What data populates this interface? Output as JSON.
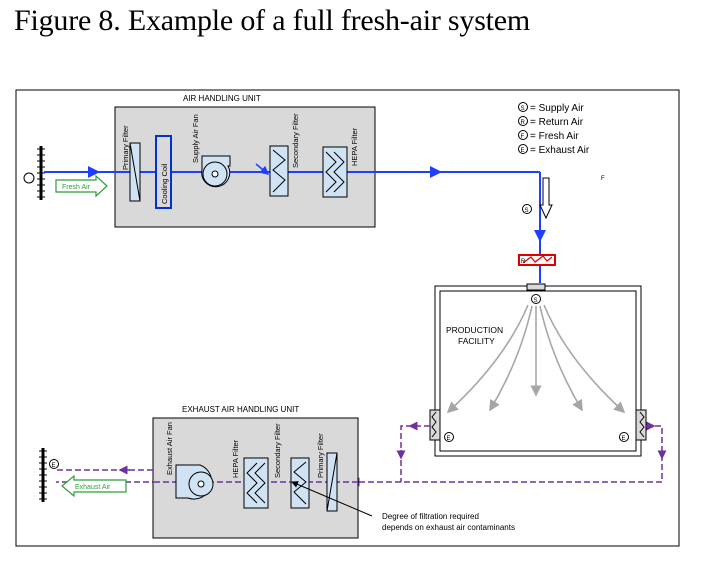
{
  "figure": {
    "title": "Figure 8. Example of a full fresh-air system"
  },
  "legend": {
    "supply_symbol": "S",
    "supply_label": "= Supply Air",
    "return_symbol": "R",
    "return_label": "= Return Air",
    "fresh_symbol": "F",
    "fresh_label": "= Fresh Air",
    "exhaust_symbol": "E",
    "exhaust_label": "= Exhaust Air",
    "stray_letter": "F"
  },
  "ahu": {
    "title": "AIR HANDLING UNIT",
    "primary_filter": "Primary Filter",
    "cooling_coil": "Cooling Coil",
    "supply_fan": "Supply Air Fan",
    "secondary_filter": "Secondary Filter",
    "hepa_filter": "HEPA Filter",
    "fresh_air_label": "Fresh Air"
  },
  "facility": {
    "line1": "PRODUCTION",
    "line2": "FACILITY",
    "supply_marker": "S",
    "exhaust_marker_left": "E",
    "exhaust_marker_right": "E",
    "duct_supply_marker": "S",
    "damper_marker": "R"
  },
  "exhaust_ahu": {
    "title": "EXHAUST AIR HANDLING UNIT",
    "fan": "Exhaust Air Fan",
    "hepa_filter": "HEPA Filter",
    "secondary_filter": "Secondary Filter",
    "primary_filter": "Primary Filter",
    "exhaust_air_label": "Exhaust Air",
    "exhaust_marker": "E"
  },
  "annotation": {
    "line1": "Degree of filtration required",
    "line2": "depends on exhaust air contaminants"
  },
  "colors": {
    "supply_line": "#1f3fff",
    "exhaust_line": "#7030a0",
    "unit_fill": "#d9d9d9",
    "fresh_arrow": "#2e9e3e",
    "coil_border": "#0033cc",
    "damper": "#e00000",
    "airflow_arrow": "#a6a6a6",
    "fan_fill": "#cfe3f4"
  }
}
